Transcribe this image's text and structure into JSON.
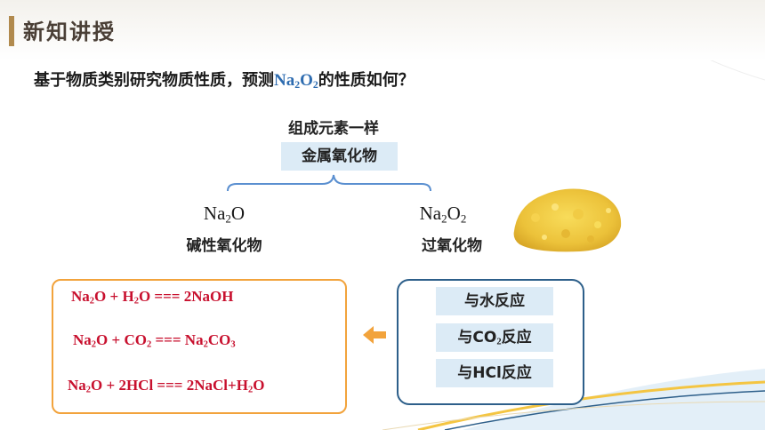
{
  "header": {
    "section_title": "新知讲授"
  },
  "question": {
    "prefix": "基于物质类别研究物质性质，预测",
    "formula": {
      "el1": "Na",
      "n1": "2",
      "el2": "O",
      "n2": "2"
    },
    "suffix": "的性质如何？"
  },
  "classification": {
    "composition_label": "组成元素一样",
    "category_label": "金属氧化物",
    "left": {
      "formula": {
        "el1": "Na",
        "n1": "2",
        "el2": "O"
      },
      "type": "碱性氧化物"
    },
    "right": {
      "formula": {
        "el1": "Na",
        "n1": "2",
        "el2": "O",
        "n2": "2"
      },
      "type": "过氧化物"
    }
  },
  "equations": [
    {
      "parts": [
        "Na",
        "2",
        "O + H",
        "2",
        "O === 2NaOH"
      ]
    },
    {
      "parts": [
        "Na",
        "2",
        "O + CO",
        "2",
        " === Na",
        "2",
        "CO",
        "3"
      ]
    },
    {
      "parts": [
        "Na",
        "2",
        "O + 2HCl === 2NaCl+H",
        "2",
        "O"
      ]
    }
  ],
  "reactions": [
    {
      "parts": [
        "与水反应"
      ]
    },
    {
      "parts": [
        "与CO",
        "2",
        "反应"
      ]
    },
    {
      "parts": [
        "与HCl反应"
      ]
    }
  ],
  "colors": {
    "accent_blue": "#2e6cb0",
    "equation_red": "#c8102e",
    "orange": "#f2a33c",
    "box_fill": "#dcebf6"
  },
  "icons": {
    "arrow": "left-arrow-icon",
    "powder": "sodium-peroxide-powder-photo"
  }
}
